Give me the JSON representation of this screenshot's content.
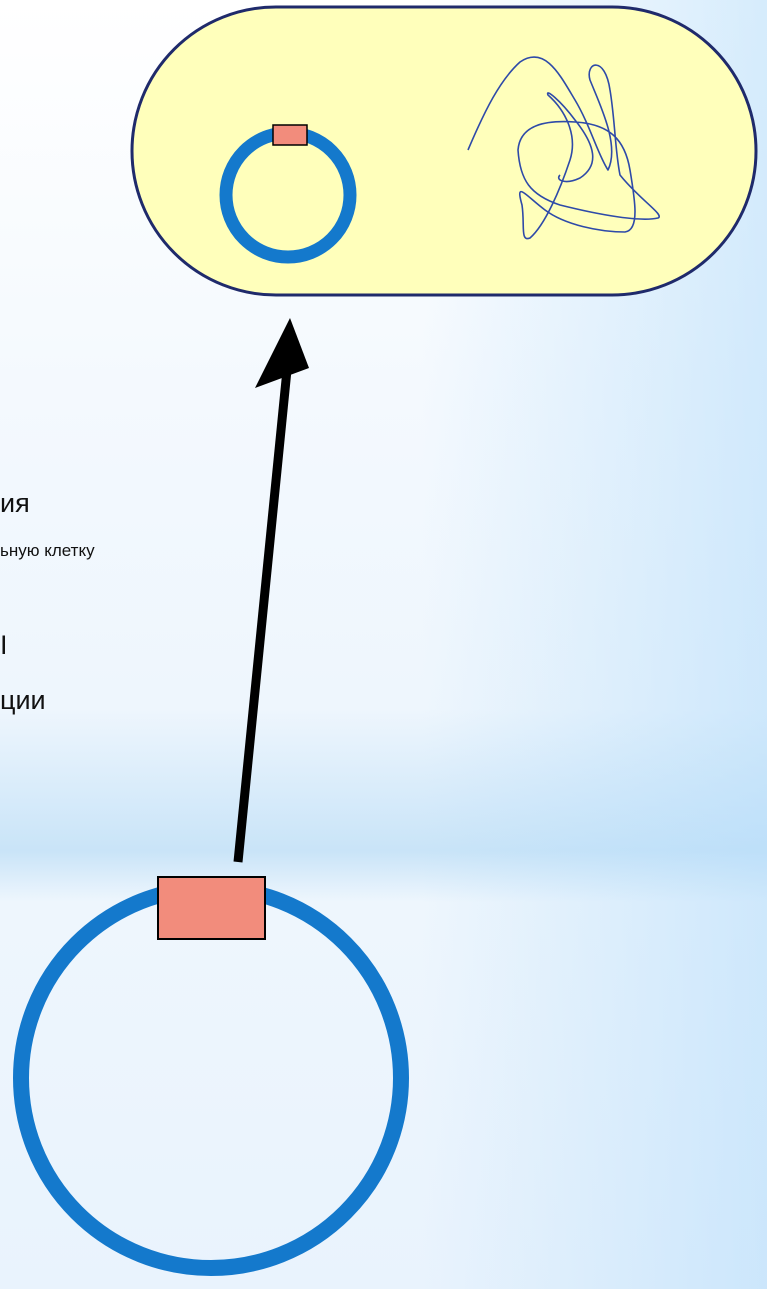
{
  "text": {
    "line1": "ия",
    "line2": "ьную клетку",
    "line3": "I",
    "line4": "ции"
  },
  "colors": {
    "cell_fill": "#ffffbb",
    "cell_stroke": "#1f2a6b",
    "plasmid_ring": "#1479cc",
    "insert_fill": "#f28c7c",
    "chromosome": "#2e4aa8",
    "arrow": "#000000"
  }
}
